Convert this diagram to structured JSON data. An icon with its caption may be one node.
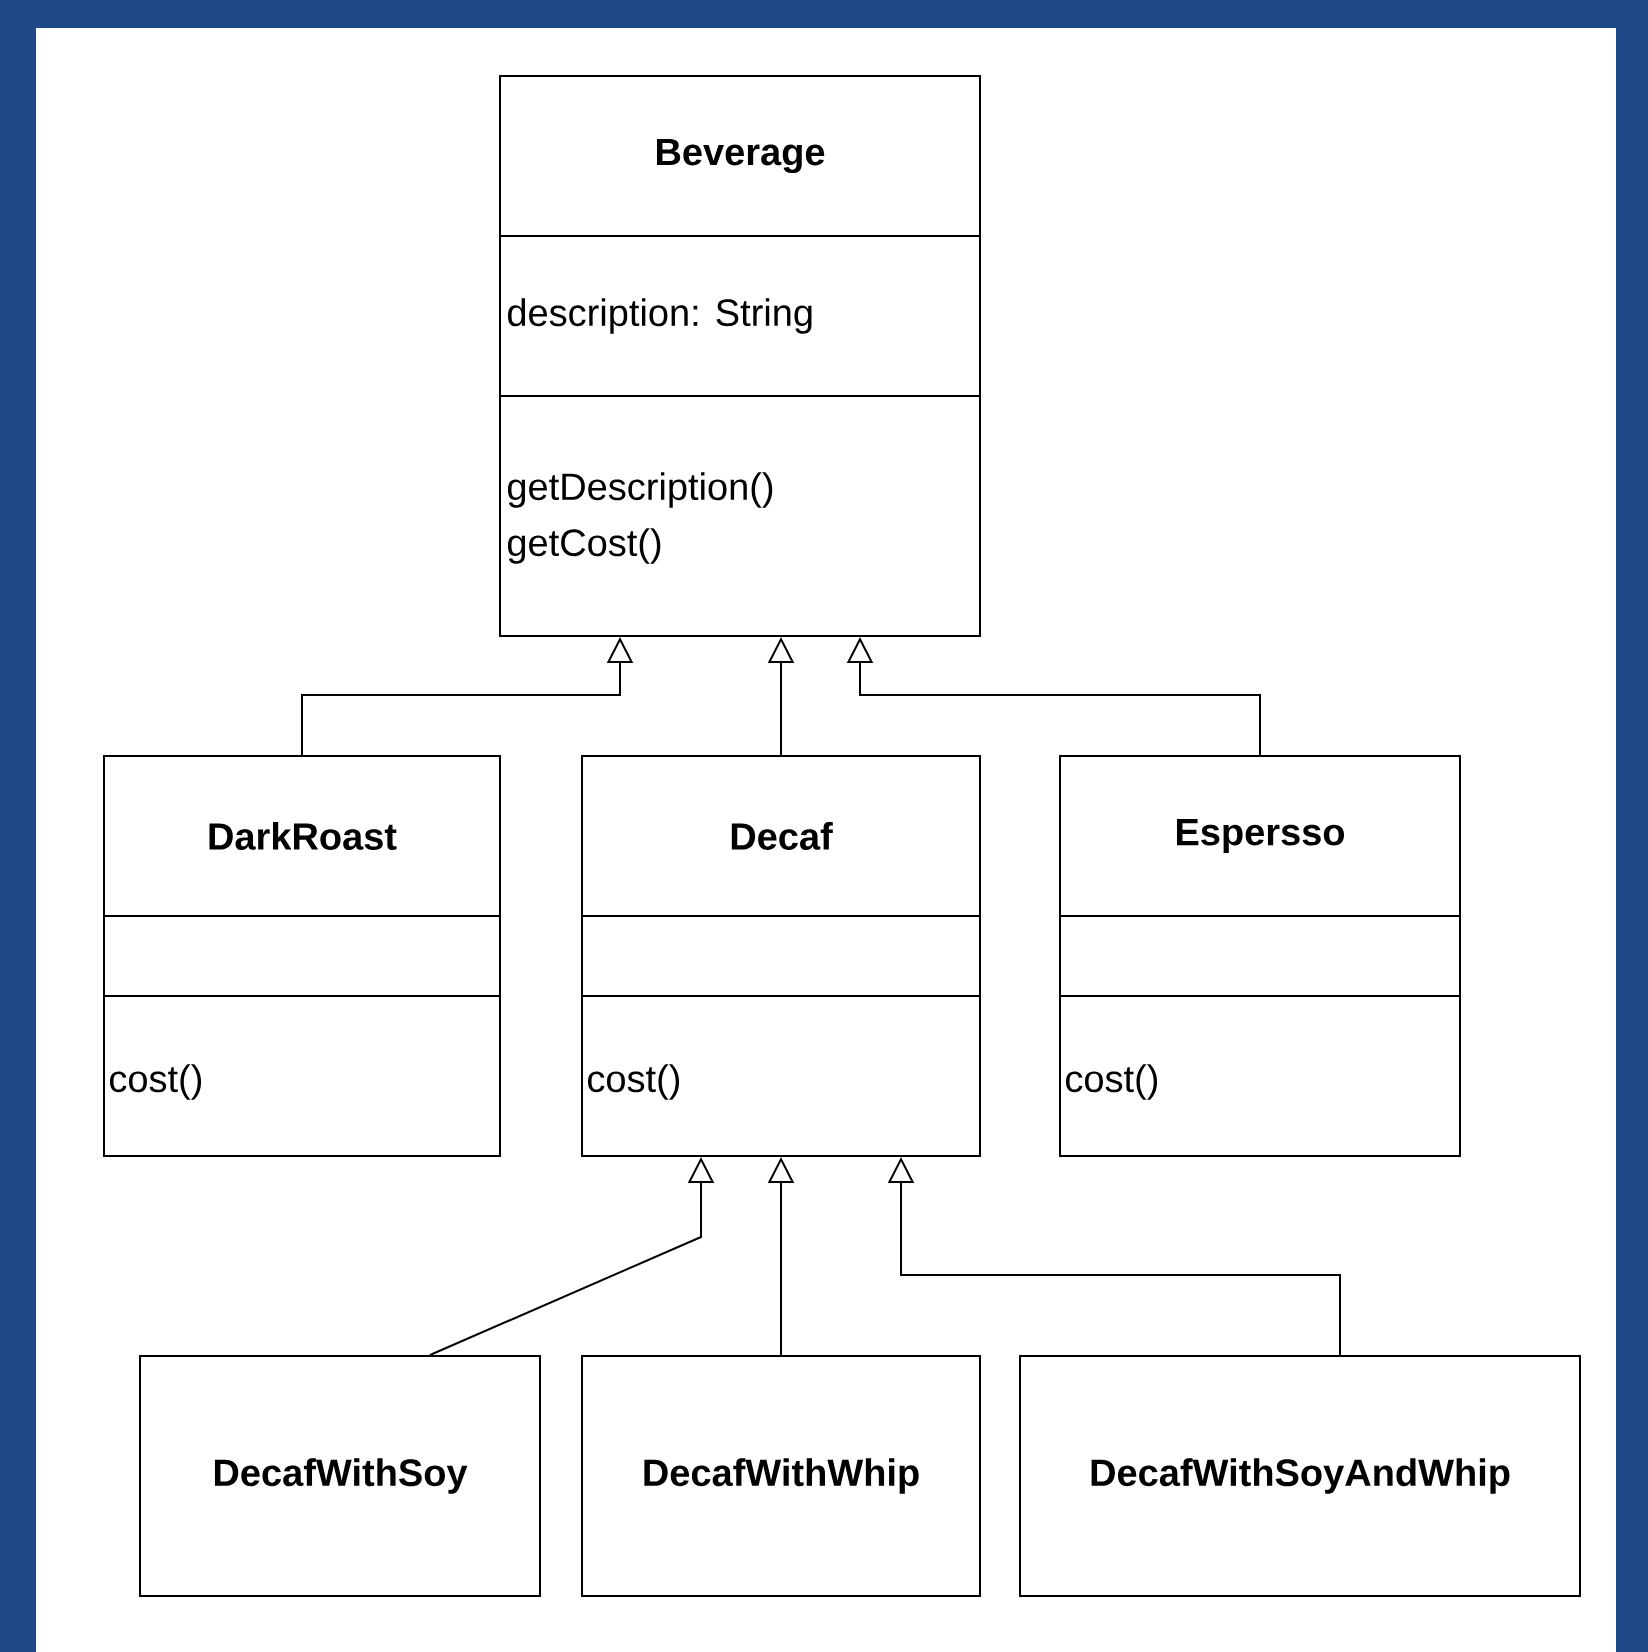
{
  "diagram": {
    "nodes": [
      {
        "text": [
          "Beverage",
          "description: String",
          "getDescription()",
          "getCost()"
        ]
      },
      {
        "text": [
          "DarkRoast",
          "cost()"
        ]
      },
      {
        "text": [
          "Decaf",
          "cost()"
        ]
      },
      {
        "text": [
          "Espersso",
          "cost()"
        ]
      },
      {
        "text": [
          "DecafWithSoy"
        ]
      },
      {
        "text": [
          "DecafWithWhip"
        ]
      },
      {
        "text": [
          "DecafWithSoyAndWhip"
        ]
      }
    ],
    "edges": [
      {
        "from": 1,
        "to": 0,
        "arrow": "to"
      },
      {
        "from": 2,
        "to": 0,
        "arrow": "to"
      },
      {
        "from": 3,
        "to": 0,
        "arrow": "to"
      },
      {
        "from": 4,
        "to": 2,
        "arrow": "to"
      },
      {
        "from": 5,
        "to": 2,
        "arrow": "to"
      },
      {
        "from": 6,
        "to": 2,
        "arrow": "to"
      }
    ]
  }
}
